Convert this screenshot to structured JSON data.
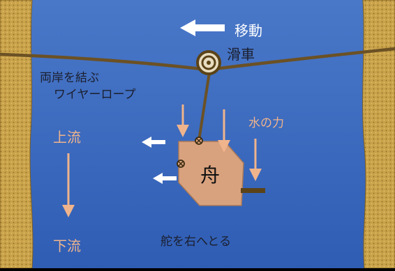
{
  "labels": {
    "move": "移動",
    "pulley": "滑車",
    "wire_line1": "両岸を結ぶ",
    "wire_line2": "ワイヤーロープ",
    "water_force": "水の力",
    "upstream": "上流",
    "downstream": "下流",
    "boat": "舟",
    "rudder_caption": "舵を右へとる"
  },
  "colors": {
    "water": "#3f6fc2",
    "bank": "#c9a24a",
    "rope": "#6b5124",
    "boat": "#d9a27e",
    "accent": "#f0b48c",
    "arrow_white": "#ffffff"
  },
  "icons": [
    "pulley-icon",
    "pivot-icon"
  ]
}
